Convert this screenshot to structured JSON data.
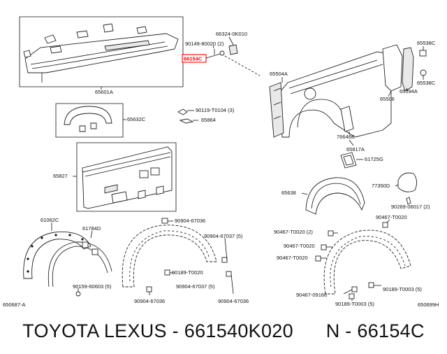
{
  "diagram": {
    "corner_left": "650687-A",
    "corner_right": "650699H",
    "highlight_color": "#ff0000",
    "callouts": {
      "c65601A": "65601A",
      "c66324": "66324-0K010",
      "c90149": "90149-80020 (2)",
      "c66154C": "66154C",
      "c65632C": "65632C",
      "c90119": "90119-T0104 (3)",
      "c65864": "65864",
      "c65827": "65827",
      "c65504A": "65504A",
      "c65506": "65506",
      "c65538C_1": "65538C",
      "c65538C_2": "65538C",
      "c65594A": "65594A",
      "c76646E": "76646E",
      "c65817A": "65817A",
      "c61725G": "61725G",
      "c65638": "65638",
      "c77350D": "77350D",
      "c90269": "90269-06017 (2)",
      "c61062C": "61062C",
      "c61784D": "61784D",
      "c90904_67036_a": "90904-67036",
      "c90904_67037_5a": "90904-67037 (5)",
      "c90189_T0020_a": "90189-T0020",
      "c90904_67037_5b": "90904-67037 (5)",
      "c90159": "90159-60603 (5)",
      "c90904_67036_b": "90904-67036",
      "c90904_67036_c": "90904-67036",
      "c90467_T0020_2": "90467-T0020 (2)",
      "c90467_T0020_a": "90467-T0020",
      "c90467_T0020_b": "90467-T0020",
      "c90467_T0020_c": "90467-T0020",
      "c90189_T0003_5a": "90189-T0003 (5)",
      "c90467_09166": "90467-09166",
      "c90189_T0003_5b": "90189-T0003 (5)"
    }
  },
  "footer": {
    "text": "TOYOTA LEXUS - 661540K020      N - 66154C"
  }
}
